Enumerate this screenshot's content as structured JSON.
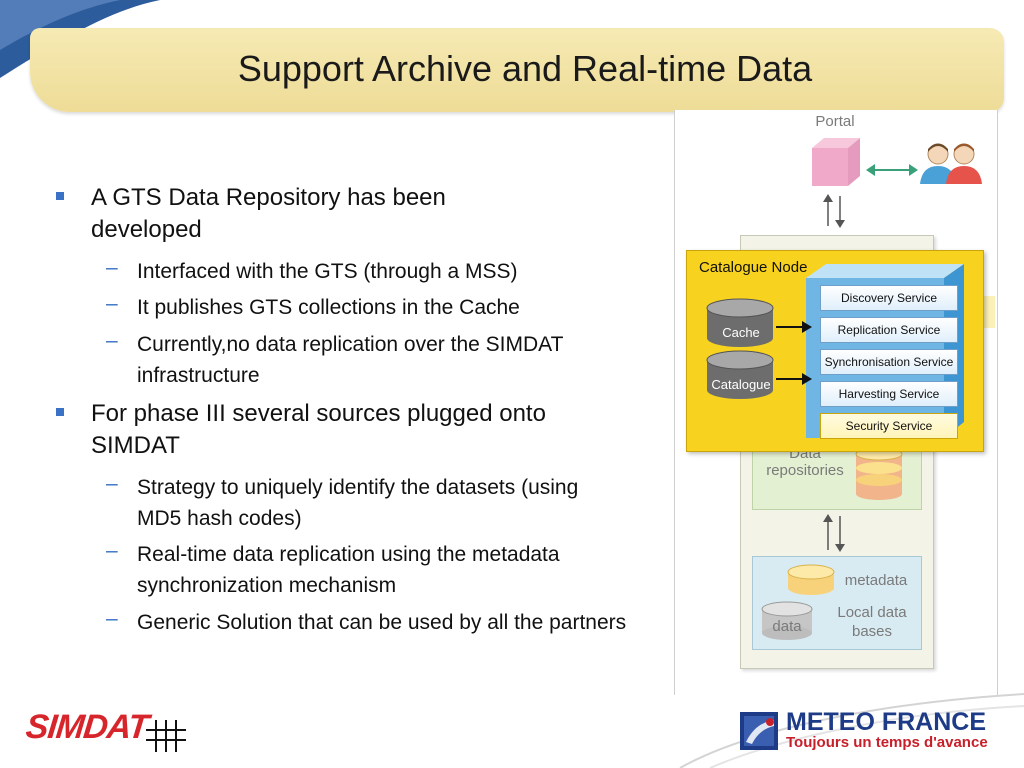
{
  "slide": {
    "title": "Support Archive and Real-time Data",
    "bullets": [
      {
        "text": "A GTS Data Repository has been developed",
        "subs": [
          "Interfaced with the GTS (through a MSS)",
          "It publishes GTS collections in the Cache",
          "Currently,no data replication over the SIMDAT infrastructure"
        ]
      },
      {
        "text": "For phase III several sources plugged onto SIMDAT",
        "subs": [
          "Strategy to uniquely identify the datasets (using MD5 hash codes)",
          "Real-time data replication using the metadata synchronization mechanism",
          "Generic Solution that can be used by all the partners"
        ]
      }
    ]
  },
  "diagram": {
    "portal_label": "Portal",
    "catalogue_node_title": "Catalogue Node",
    "cache_label": "Cache",
    "catalogue_label": "Catalogue",
    "services": [
      "Discovery Service",
      "Replication Service",
      "Synchronisation Service",
      "Harvesting Service",
      "Security Service"
    ],
    "data_repositories_label": "Data repositories",
    "metadata_label": "metadata",
    "data_label": "data",
    "local_db_label": "Local data bases"
  },
  "footer": {
    "simdat_logo": "SIMDAT",
    "meteo_name": "METEO FRANCE",
    "meteo_tagline": "Toujours un temps d'avance"
  },
  "colors": {
    "title_bar": "#eedc97",
    "bullet_accent": "#3a73c6",
    "catalogue_node": "#f5d21e",
    "simdat_red": "#d7262b",
    "meteo_blue": "#1d3b86",
    "meteo_red": "#c8202b"
  }
}
